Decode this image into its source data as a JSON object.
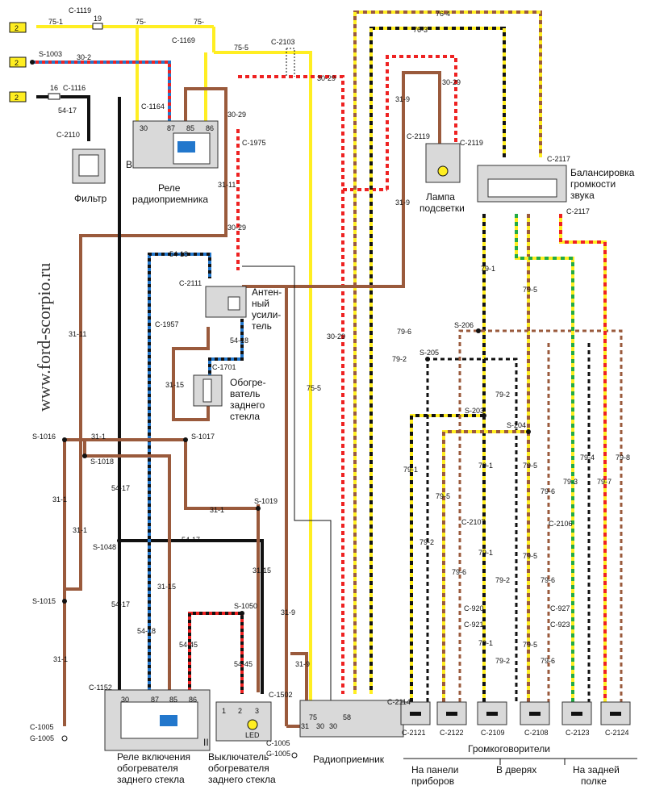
{
  "website": "www.ford-scorpio.ru",
  "fuse_refs": [
    "2",
    "2",
    "2"
  ],
  "fuses": [
    "19",
    "16"
  ],
  "connectors": {
    "c1119": "C-1119",
    "c1169": "C-1169",
    "c1116": "C-1116",
    "c2103": "C-2103",
    "c1164": "C-1164",
    "c2110": "C-2110",
    "c1975": "C-1975",
    "c2119a": "C-2119",
    "c2119b": "C-2119",
    "c2117a": "C-2117",
    "c2117b": "C-2117",
    "c2111": "C-2111",
    "c1957": "C-1957",
    "c1701": "C-1701",
    "c1152": "C-1152",
    "c1502": "C-1502",
    "c1005a": "C-1005",
    "c1005b": "C-1005",
    "c2114": "C-2114",
    "c2107": "C-2107",
    "c2106": "C-2106",
    "c920": "C-920",
    "c921": "C-921",
    "c927": "C-927",
    "c923": "C-923",
    "c2121": "C-2121",
    "c2122": "C-2122",
    "c2109": "C-2109",
    "c2108": "C-2108",
    "c2123": "C-2123",
    "c2124": "C-2124"
  },
  "splices": {
    "s1003": "S-1003",
    "s1016": "S-1016",
    "s1017": "S-1017",
    "s1018": "S-1018",
    "s1019": "S-1019",
    "s1048": "S-1048",
    "s1050": "S-1050",
    "s1015": "S-1015",
    "s206": "S-206",
    "s205": "S-205",
    "s203": "S-203",
    "s204": "S-204"
  },
  "grounds": {
    "g1005a": "G-1005",
    "g1005b": "G-1005"
  },
  "wires": {
    "w75_1": "75-1",
    "w75a": "75-",
    "w75b": "75-",
    "w75_5a": "75-5",
    "w75_5b": "75-5",
    "w76_4": "76-4",
    "w76_3": "76-3",
    "w30_2": "30-2",
    "w30_29a": "30-29",
    "w30_29b": "30-29",
    "w30_29c": "30-29",
    "w30_29d": "30-29",
    "w30_29e": "30-29",
    "w54_17a": "54-17",
    "w54_17b": "54-17",
    "w54_17c": "54-17",
    "w54_17d": "54-17",
    "w31_9a": "31-9",
    "w31_9b": "31-9",
    "w31_9c": "31-9",
    "w31_9d": "31-9",
    "w31_11a": "31-11",
    "w31_11b": "31-11",
    "w54_18a": "54-18",
    "w54_18b": "54-18",
    "w54_18c": "54-18",
    "w31_15a": "31-15",
    "w31_15b": "31-15",
    "w31_15c": "31-15",
    "w31_1a": "31-1",
    "w31_1b": "31-1",
    "w31_1c": "31-1",
    "w31_1d": "31-1",
    "w31_1e": "31-1",
    "w54_45a": "54-45",
    "w54_45b": "54-45",
    "w79_1a": "79-1",
    "w79_1b": "79-1",
    "w79_1c": "79-1",
    "w79_1d": "79-1",
    "w79_1e": "79-1",
    "w79_2a": "79-2",
    "w79_2b": "79-2",
    "w79_2c": "79-2",
    "w79_2d": "79-2",
    "w79_2e": "79-2",
    "w79_5a": "79-5",
    "w79_5b": "79-5",
    "w79_5c": "79-5",
    "w79_5d": "79-5",
    "w79_5e": "79-5",
    "w79_6a": "79-6",
    "w79_6b": "79-6",
    "w79_6c": "79-6",
    "w79_6d": "79-6",
    "w79_6e": "79-6",
    "w79_3": "79-3",
    "w79_4": "79-4",
    "w79_7": "79-7",
    "w79_8": "79-8"
  },
  "pins": {
    "p30a": "30",
    "p87a": "87",
    "p85a": "85",
    "p86a": "86",
    "p30b": "30",
    "p87b": "87",
    "p85b": "85",
    "p86b": "86",
    "sw1": "1",
    "sw2": "2",
    "sw3": "3",
    "r75": "75",
    "r31": "31",
    "r30a": "30",
    "r30b": "30",
    "r58": "58"
  },
  "marks": {
    "b": "B",
    "ii": "II",
    "led": "LED"
  },
  "captions": {
    "filter": "Фильтр",
    "radio_relay_1": "Реле",
    "radio_relay_2": "радиоприемника",
    "lamp_1": "Лампа",
    "lamp_2": "подсветки",
    "balance_1": "Балансировка",
    "balance_2": "громкости",
    "balance_3": "звука",
    "amp_1": "Антен-",
    "amp_2": "ный",
    "amp_3": "усили-",
    "amp_4": "тель",
    "heater_1": "Обогре-",
    "heater_2": "ватель",
    "heater_3": "заднего",
    "heater_4": "стекла",
    "heat_relay_1": "Реле включения",
    "heat_relay_2": "обогревателя",
    "heat_relay_3": "заднего стекла",
    "switch_1": "Выключатель",
    "switch_2": "обогревателя",
    "switch_3": "заднего стекла",
    "radio": "Радиоприемник",
    "speakers": "Громкоговорители",
    "dash_1": "На панели",
    "dash_2": "приборов",
    "doors": "В дверях",
    "shelf_1": "На задней",
    "shelf_2": "полке"
  },
  "colors": {
    "yellow": "#ffee22",
    "brown": "#9a5a3c",
    "black": "#111111",
    "red": "#ee2222",
    "blue": "#2277cc",
    "green": "#22aa44",
    "grey": "#d9d9d9"
  }
}
